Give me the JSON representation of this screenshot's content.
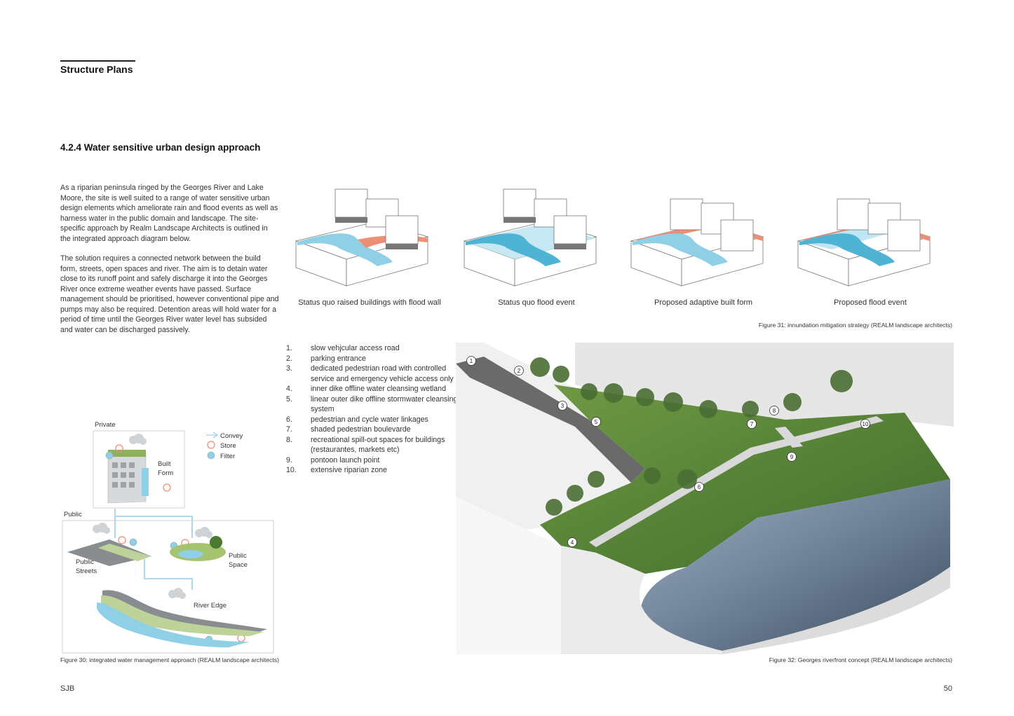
{
  "header": {
    "section_title": "Structure Plans"
  },
  "section": {
    "heading": "4.2.4 Water sensitive urban design approach",
    "paragraph_1": "As a riparian peninsula ringed by the Georges River and Lake Moore, the site is well suited to a range of water sensitive urban design elements which ameliorate rain and flood events as well as harness water in the public domain and landscape. The site-specific approach by Realm Landscape Architects is outlined in the integrated approach diagram below.",
    "paragraph_2": "The solution requires a connected network between the build form, streets, open spaces and river. The aim is to detain water close to its runoff point and safely discharge it into the Georges River once extreme weather events have passed. Surface management should be prioritised, however conventional pipe and pumps may also be required. Detention areas will hold water for a period of time until the Georges River water level has subsided and water can be discharged passively."
  },
  "figure31": {
    "panels": [
      "Status quo raised buildings with flood wall",
      "Status quo flood event",
      "Proposed adaptive built form",
      "Proposed flood event"
    ],
    "caption": "Figure 31: innundation mitigation strategy (REALM landscape architects)"
  },
  "figure30": {
    "labels": {
      "private": "Private",
      "built_form": "Built\nForm",
      "public": "Public",
      "public_streets": "Public\nStreets",
      "public_space": "Public\nSpace",
      "river_edge": "River Edge"
    },
    "legend": [
      "Convey",
      "Store",
      "Filter"
    ],
    "caption": "Figure 30: integrated water management approach (REALM landscape architects)"
  },
  "figure32": {
    "list": [
      {
        "n": "1.",
        "text": "slow vehjcular access road"
      },
      {
        "n": "2.",
        "text": "parking entrance"
      },
      {
        "n": "3.",
        "text": "dedicated pedestrian road with controlled service and emergency vehicle access only"
      },
      {
        "n": "4.",
        "text": "inner dike offline water cleansing wetland"
      },
      {
        "n": "5.",
        "text": "linear outer dike offline stormwater cleansing system"
      },
      {
        "n": "6.",
        "text": "pedestrian and cycle water linkages"
      },
      {
        "n": "7.",
        "text": "shaded pedestrian boulevarde"
      },
      {
        "n": "8.",
        "text": "recreational spill-out spaces for buildings (restaurantes, markets etc)"
      },
      {
        "n": "9.",
        "text": "pontoon launch point"
      },
      {
        "n": "10.",
        "text": "extensive riparian zone"
      }
    ],
    "markers": [
      "1",
      "2",
      "3",
      "4",
      "5",
      "6",
      "7",
      "8",
      "9",
      "10"
    ],
    "caption": "Figure 32: Georges riverfront concept (REALM landscape architects)"
  },
  "footer": {
    "left": "SJB",
    "page": "50"
  },
  "colors": {
    "water": "#8fd0e6",
    "water_dark": "#4fb3d4",
    "flood_wall": "#ee8e74",
    "green": "#8db25a"
  }
}
